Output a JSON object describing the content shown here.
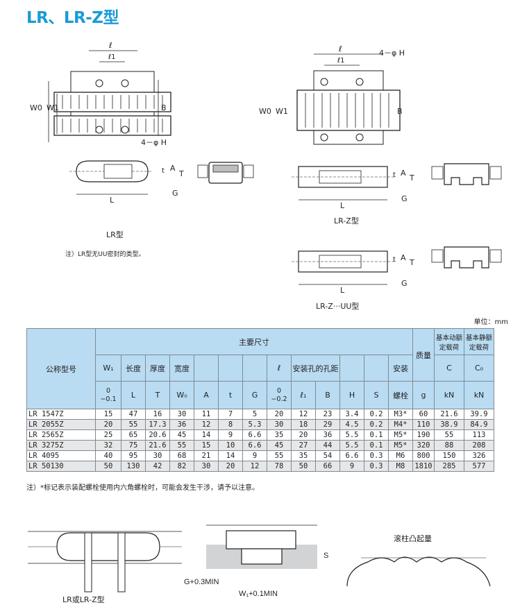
{
  "title": "LR、LR-Z型",
  "captions": {
    "lr": "LR型",
    "lr_note": "注）LR型无UU密封的类型。",
    "lrz": "LR-Z型",
    "lrzuu": "LR-Z···UU型"
  },
  "dims": {
    "l": "ℓ",
    "l1": "ℓ1",
    "w0": "W0",
    "w1": "W1",
    "b": "B",
    "hole": "4－φ H",
    "t": "t",
    "a": "A",
    "tt": "T",
    "g": "G",
    "L": "L"
  },
  "unit": "单位：mm",
  "table": {
    "model_header": "公称型号",
    "main_header": "主要尺寸",
    "mass_header": "质量",
    "dyn_header": "基本动额定载荷",
    "stat_header": "基本静额定载荷",
    "sub_headers": [
      "W1",
      "长度",
      "厚度",
      "宽度",
      "",
      "",
      "",
      "ℓ",
      "安装孔的孔距",
      "",
      "",
      "安装",
      "",
      "C",
      "C0"
    ],
    "sub_headers2": [
      "0\n-0.1",
      "L",
      "T",
      "W0",
      "A",
      "t",
      "G",
      "0\n-0.2",
      "ℓ1",
      "B",
      "H",
      "S",
      "螺栓",
      "g",
      "kN",
      "kN"
    ],
    "rows": [
      {
        "model": "LR 1547Z",
        "w1": "15",
        "L": "47",
        "T": "16",
        "W0": "30",
        "A": "11",
        "t": "7",
        "G": "5",
        "l": "20",
        "l1": "12",
        "B": "23",
        "H": "3.4",
        "S": "0.2",
        "bolt": "M3*",
        "g": "60",
        "C": "21.6",
        "C0": "39.9"
      },
      {
        "model": "LR 2055Z",
        "w1": "20",
        "L": "55",
        "T": "17.3",
        "W0": "36",
        "A": "12",
        "t": "8",
        "G": "5.3",
        "l": "30",
        "l1": "18",
        "B": "29",
        "H": "4.5",
        "S": "0.2",
        "bolt": "M4*",
        "g": "110",
        "C": "38.9",
        "C0": "84.9"
      },
      {
        "model": "LR 2565Z",
        "w1": "25",
        "L": "65",
        "T": "20.6",
        "W0": "45",
        "A": "14",
        "t": "9",
        "G": "6.6",
        "l": "35",
        "l1": "20",
        "B": "36",
        "H": "5.5",
        "S": "0.1",
        "bolt": "M5*",
        "g": "190",
        "C": "55",
        "C0": "113"
      },
      {
        "model": "LR 3275Z",
        "w1": "32",
        "L": "75",
        "T": "21.6",
        "W0": "55",
        "A": "15",
        "t": "10",
        "G": "6.6",
        "l": "45",
        "l1": "27",
        "B": "44",
        "H": "5.5",
        "S": "0.1",
        "bolt": "M5*",
        "g": "320",
        "C": "88",
        "C0": "208"
      },
      {
        "model": "LR 4095",
        "w1": "40",
        "L": "95",
        "T": "30",
        "W0": "68",
        "A": "21",
        "t": "14",
        "G": "9",
        "l": "55",
        "l1": "35",
        "B": "54",
        "H": "6.6",
        "S": "0.3",
        "bolt": "M6",
        "g": "800",
        "C": "150",
        "C0": "326"
      },
      {
        "model": "LR 50130",
        "w1": "50",
        "L": "130",
        "T": "42",
        "W0": "82",
        "A": "30",
        "t": "20",
        "G": "12",
        "l": "78",
        "l1": "50",
        "B": "66",
        "H": "9",
        "S": "0.3",
        "bolt": "M8",
        "g": "1810",
        "C": "285",
        "C0": "577"
      }
    ]
  },
  "footnote": "注）*标记表示装配螺栓使用内六角螺栓时，可能会发生干涉，请予以注意。",
  "bottom": {
    "caption_left": "LR或LR-Z型",
    "g_label": "G+0.3MIN",
    "w1_label": "W1+0.1MIN",
    "s_label": "S",
    "crown_label": "滚柱凸起量"
  },
  "colors": {
    "title": "#1a9bd7",
    "header_bg": "#b9dcf2",
    "shade": "#e6e7e8"
  }
}
